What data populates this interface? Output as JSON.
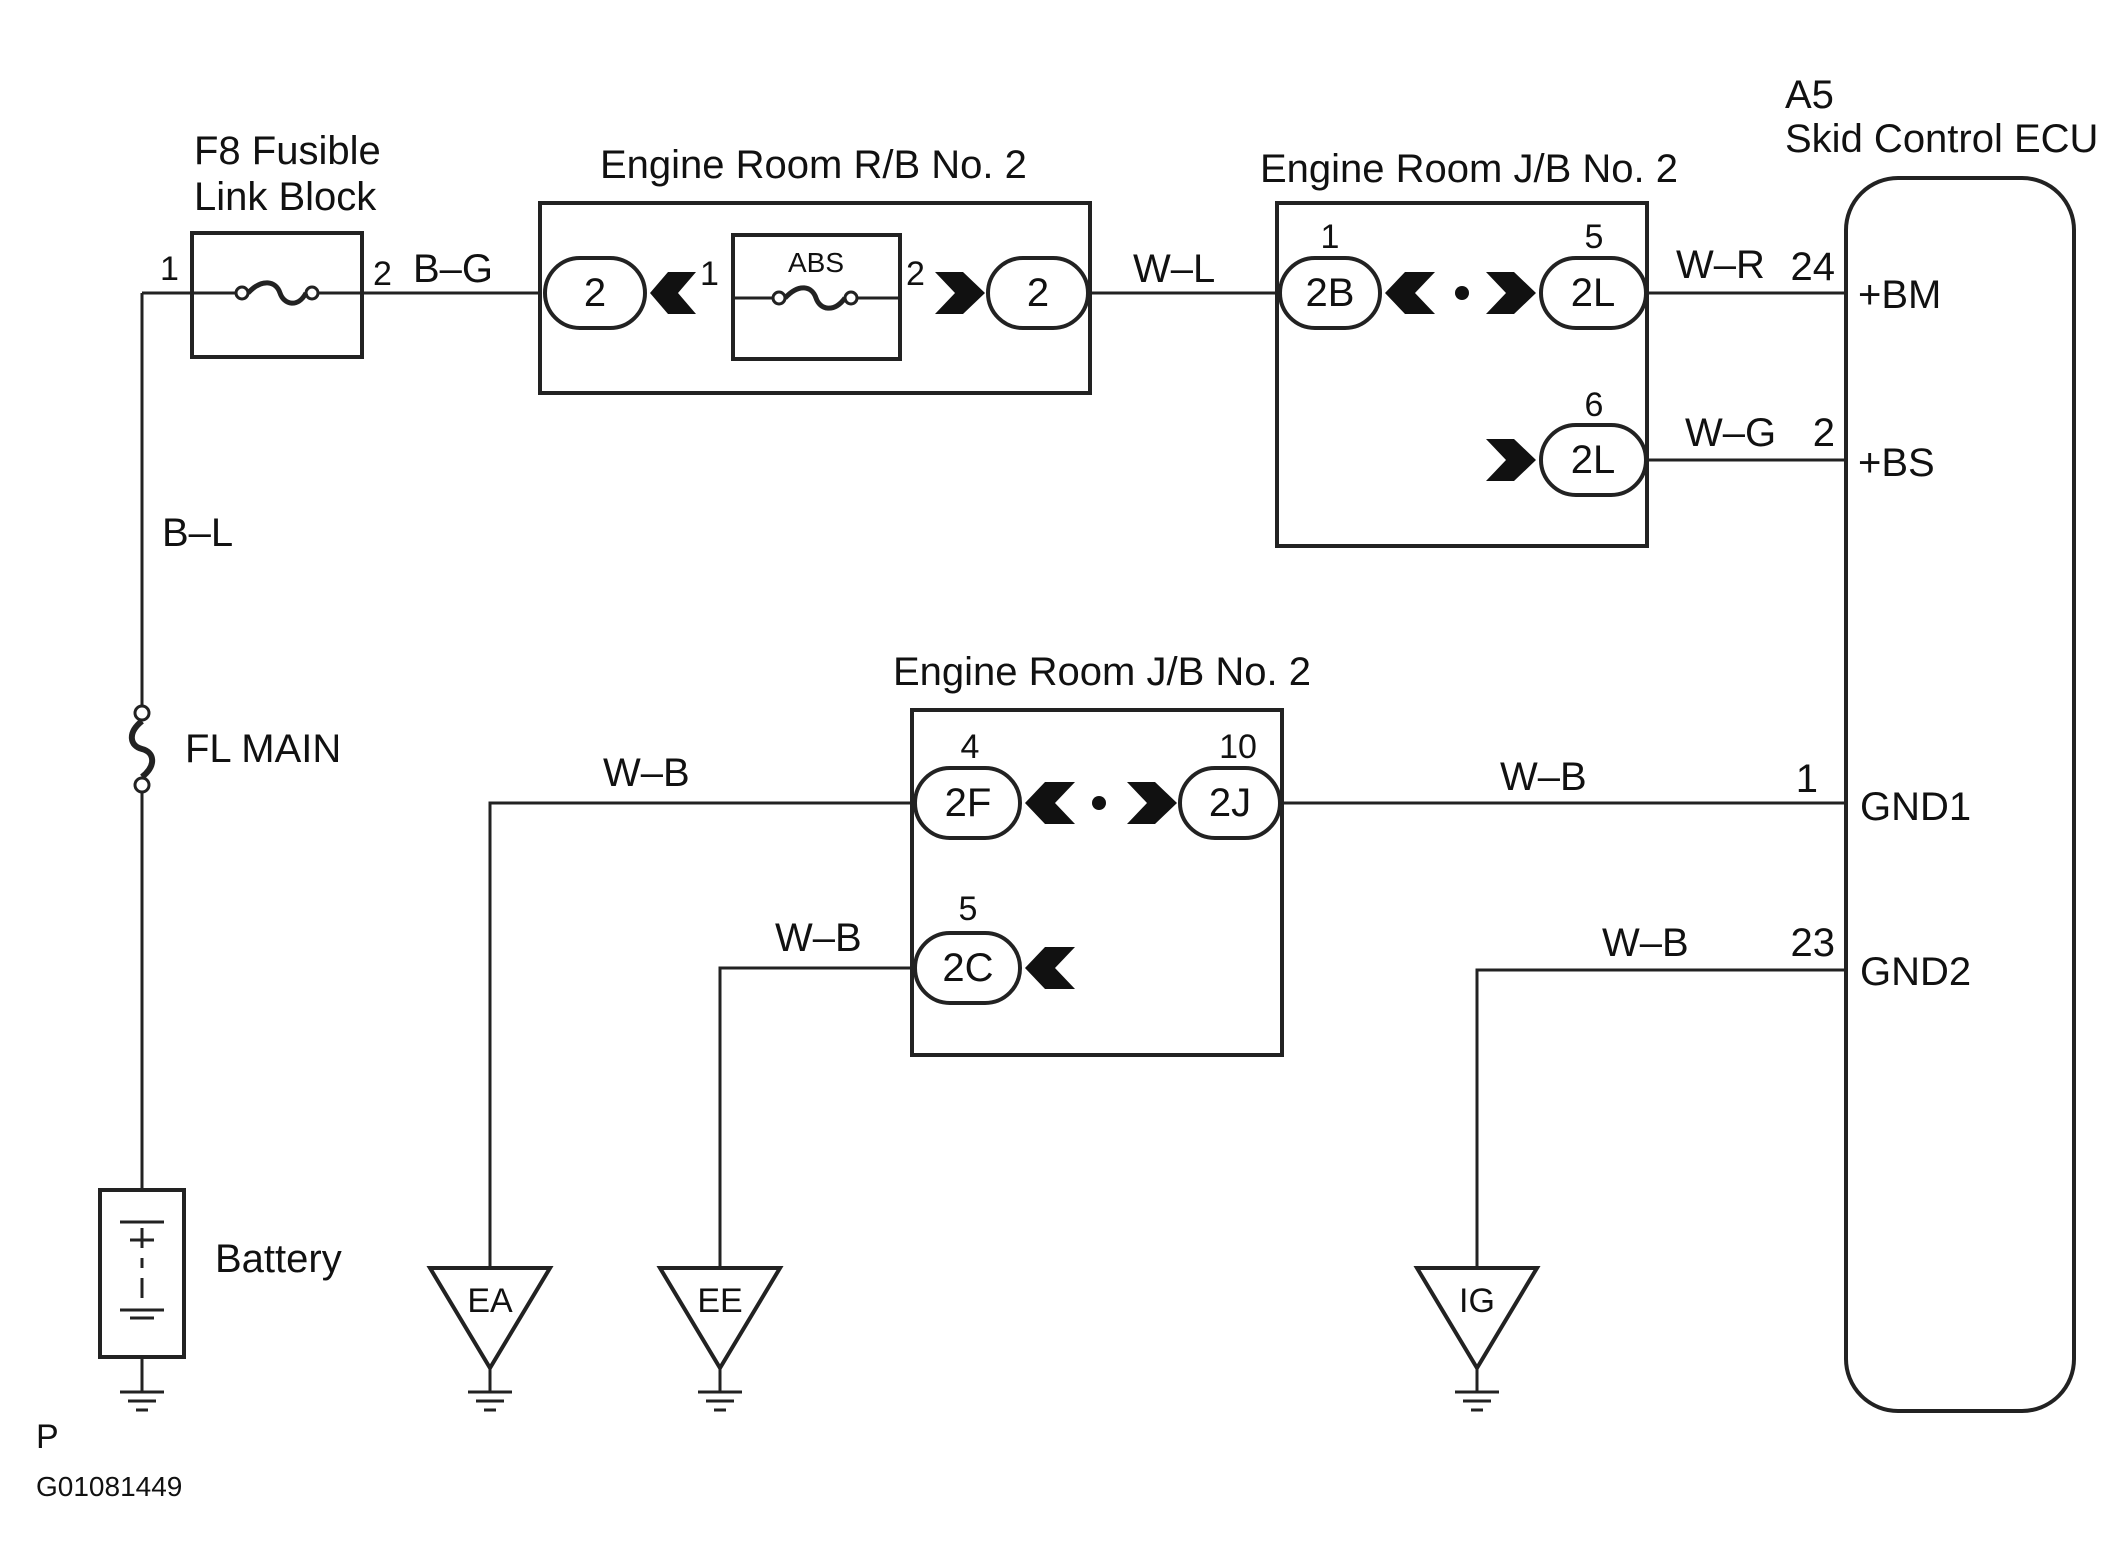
{
  "components": {
    "fusible_link_block": {
      "ref": "F8 Fusible",
      "name": "Link Block",
      "pin_in": "1",
      "pin_out": "2"
    },
    "relay_block": {
      "title": "Engine Room R/B No. 2",
      "fuse": "ABS",
      "pin_left": "1",
      "pin_right": "2",
      "conn_left": "2",
      "conn_right": "2"
    },
    "junction_block_upper": {
      "title": "Engine Room J/B No. 2",
      "pin_in": "1",
      "conn_in": "2B",
      "pin_out_1": "5",
      "conn_out_1": "2L",
      "pin_out_2": "6",
      "conn_out_2": "2L"
    },
    "junction_block_lower": {
      "title": "Engine Room J/B No. 2",
      "pin_a": "4",
      "conn_a": "2F",
      "pin_b": "10",
      "conn_b": "2J",
      "pin_c": "5",
      "conn_c": "2C"
    },
    "ecu": {
      "ref": "A5",
      "name": "Skid Control ECU",
      "terminals": [
        {
          "pin": "24",
          "name": "+BM"
        },
        {
          "pin": "2",
          "name": "+BS"
        },
        {
          "pin": "1",
          "name": "GND1"
        },
        {
          "pin": "23",
          "name": "GND2"
        }
      ]
    },
    "fl_main": "FL MAIN",
    "battery": "Battery",
    "grounds": [
      "EA",
      "EE",
      "IG"
    ]
  },
  "wires": {
    "b_g": "B–G",
    "w_l": "W–L",
    "w_r": "W–R",
    "w_g": "W–G",
    "b_l": "B–L",
    "w_b_ea": "W–B",
    "w_b_ee": "W–B",
    "w_b_gnd1": "W–B",
    "w_b_gnd2": "W–B"
  },
  "footer": {
    "page_mark": "P",
    "figure_id": "G01081449"
  }
}
